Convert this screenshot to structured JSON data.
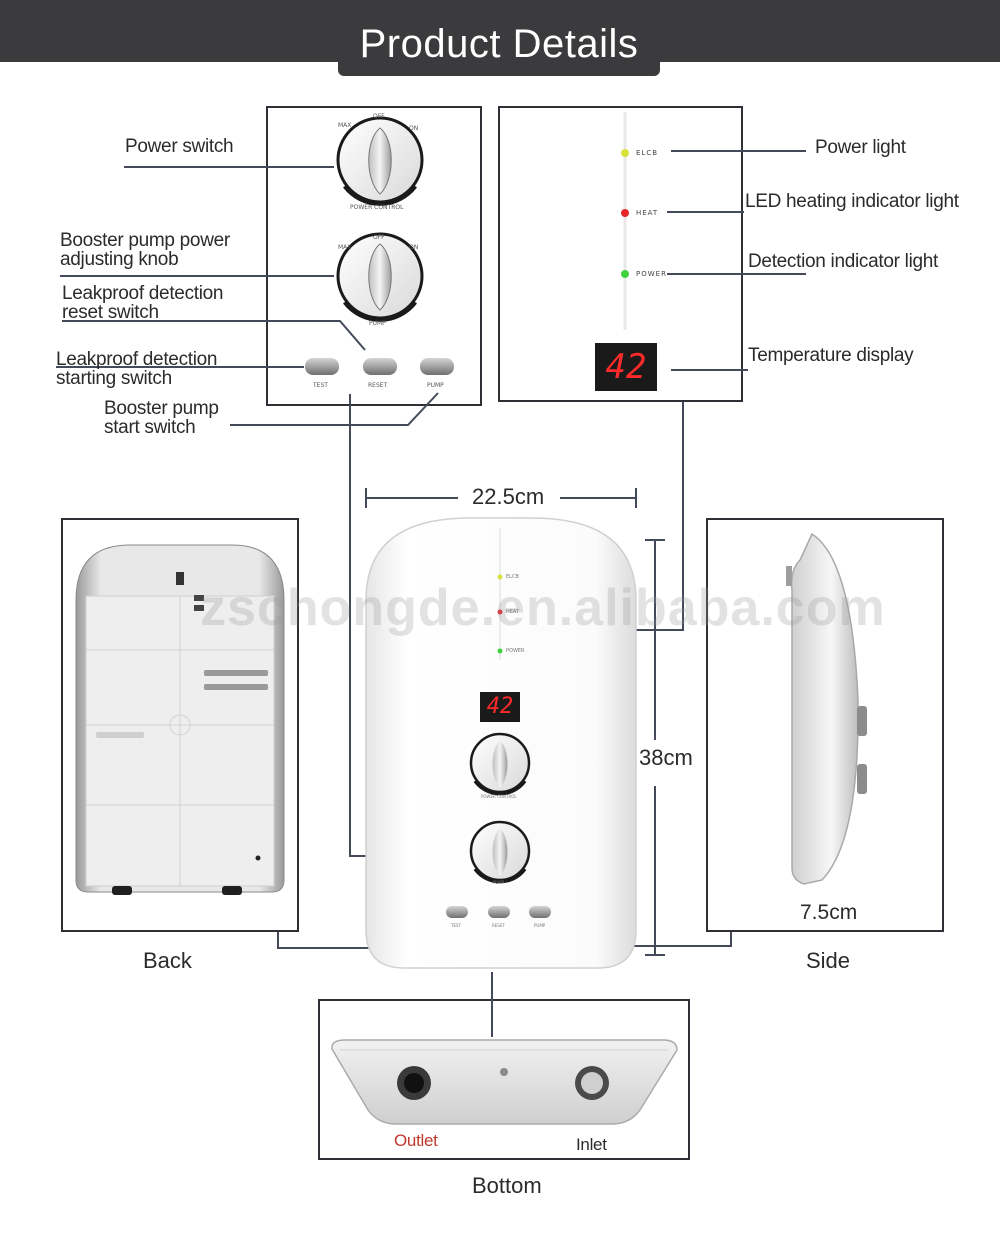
{
  "header": {
    "title": "Product Details"
  },
  "control_panel": {
    "knob1_scale": [
      "MAX",
      "OFF",
      "ON"
    ],
    "knob1_caption": "POWER CONTROL",
    "knob2_scale": [
      "MAX",
      "OFF",
      "ON"
    ],
    "knob2_caption": "PUMP",
    "buttons": [
      "TEST",
      "RESET",
      "PUMP"
    ]
  },
  "indicator_panel": {
    "lights": [
      {
        "label": "ELCB",
        "color": "#d7e23a"
      },
      {
        "label": "HEAT",
        "color": "#e8262b"
      },
      {
        "label": "POWER",
        "color": "#3fd23c"
      }
    ],
    "display_value": "42"
  },
  "callouts": {
    "power_switch": "Power switch",
    "booster_knob_1": "Booster pump power",
    "booster_knob_2": "adjusting knob",
    "leak_reset_1": "Leakproof detection",
    "leak_reset_2": "reset switch",
    "leak_start_1": "Leakproof detection",
    "leak_start_2": "starting switch",
    "booster_start_1": "Booster pump",
    "booster_start_2": "start switch",
    "power_light": "Power light",
    "led_heating": "LED heating indicator light",
    "detection_light": "Detection indicator light",
    "temp_display": "Temperature display"
  },
  "dimensions": {
    "width": "22.5cm",
    "height": "38cm",
    "depth": "7.5cm"
  },
  "views": {
    "back": "Back",
    "side": "Side",
    "bottom": "Bottom",
    "outlet": "Outlet",
    "inlet": "Inlet"
  },
  "watermark": "zschongde.en.alibaba.com",
  "colors": {
    "header_bg": "#3b3b3d",
    "line": "#2f2f36",
    "outlet_red": "#c0392b",
    "display_red": "#ff2a2a"
  }
}
